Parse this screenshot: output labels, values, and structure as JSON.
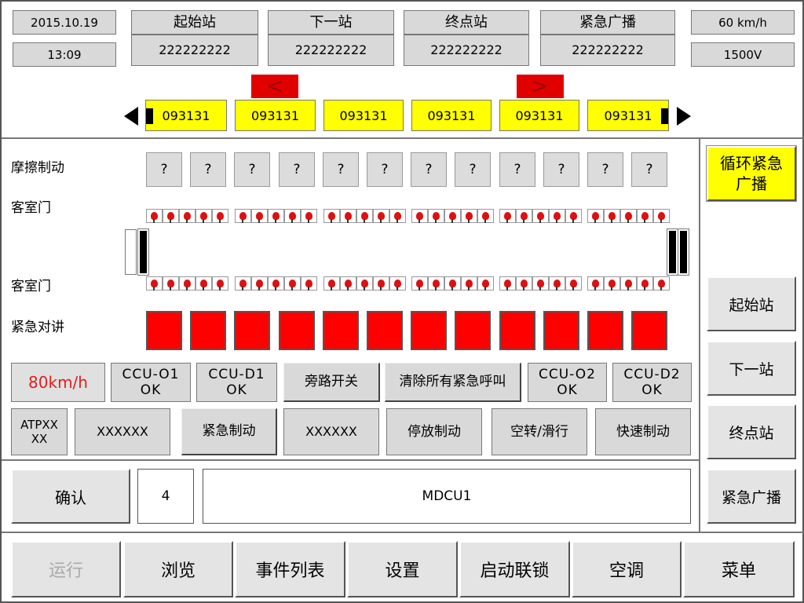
{
  "top": {
    "date": "2015.10.19",
    "time": "13:09",
    "speed": "60 km/h",
    "voltage": "1500V",
    "stations": [
      {
        "label": "起始站",
        "value": "222222222"
      },
      {
        "label": "下一站",
        "value": "222222222"
      },
      {
        "label": "终点站",
        "value": "222222222"
      },
      {
        "label": "紧急广播",
        "value": "222222222"
      }
    ],
    "left_arrow_glyph": "<",
    "right_arrow_glyph": ">"
  },
  "train": {
    "cars": [
      "093131",
      "093131",
      "093131",
      "093131",
      "093131",
      "093131"
    ]
  },
  "status": {
    "friction_brake_label": "摩擦制动",
    "door_label_upper": "客室门",
    "door_label_lower": "客室门",
    "emergency_intercom_label": "紧急对讲",
    "friction_values": [
      "?",
      "?",
      "?",
      "?",
      "?",
      "?",
      "?",
      "?",
      "?",
      "?",
      "?",
      "?"
    ]
  },
  "controls": {
    "speed_display": "80km/h",
    "ccu_o1": "CCU-O1",
    "ccu_o1_status": "OK",
    "ccu_d1": "CCU-D1",
    "ccu_d1_status": "OK",
    "bypass_switch": "旁路开关",
    "clear_emergency": "清除所有紧急呼叫",
    "ccu_o2": "CCU-O2",
    "ccu_o2_status": "OK",
    "ccu_d2": "CCU-D2",
    "ccu_d2_status": "OK",
    "atp_line1": "ATPXX",
    "atp_line2": "XX",
    "x1": "XXXXXX",
    "emergency_brake": "紧急制动",
    "x2": "XXXXXX",
    "parking_brake": "停放制动",
    "slip_slide": "空转/滑行",
    "fast_brake": "快速制动"
  },
  "confirm_row": {
    "confirm": "确认",
    "number": "4",
    "device": "MDCU1"
  },
  "side": {
    "loop_broadcast": "循环紧急广播",
    "start_station": "起始站",
    "next_station": "下一站",
    "terminal_station": "终点站",
    "emergency_broadcast": "紧急广播"
  },
  "bottom_nav": [
    {
      "label": "运行",
      "disabled": true
    },
    {
      "label": "浏览",
      "disabled": false
    },
    {
      "label": "事件列表",
      "disabled": false
    },
    {
      "label": "设置",
      "disabled": false
    },
    {
      "label": "启动联锁",
      "disabled": false
    },
    {
      "label": "空调",
      "disabled": false
    },
    {
      "label": "菜单",
      "disabled": false
    }
  ],
  "colors": {
    "alarm_red": "#ff0000",
    "highlight_yellow": "#ffff00",
    "disabled_text": "#aaaaaa",
    "speed_red": "#e02020"
  }
}
